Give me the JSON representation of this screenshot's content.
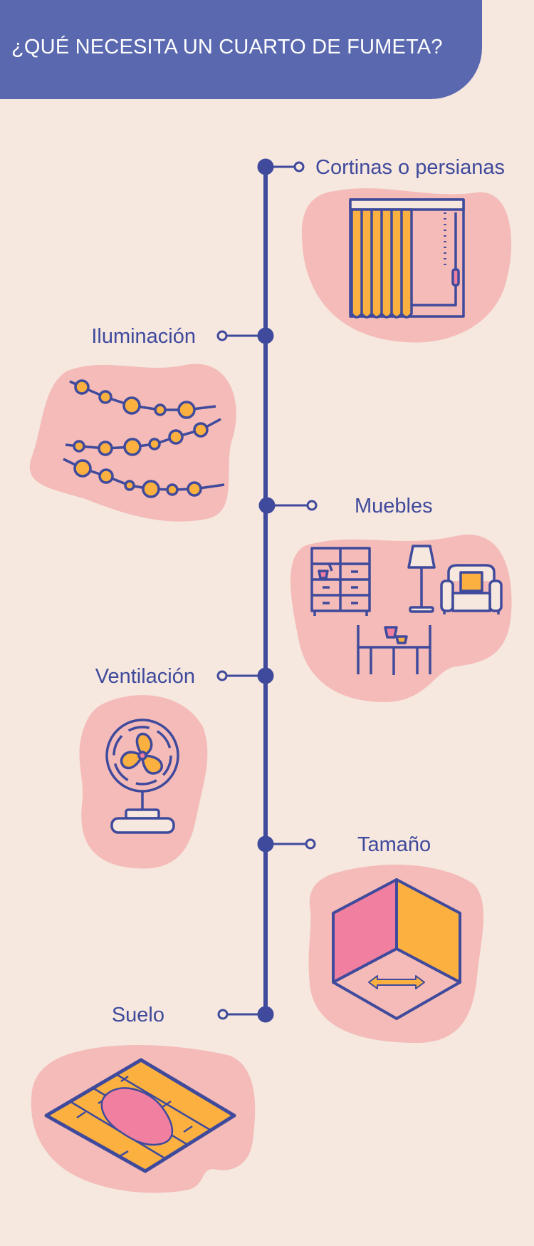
{
  "header": {
    "title": "¿QUÉ NECESITA UN CUARTO DE FUMETA?"
  },
  "items": [
    {
      "label": "Cortinas o persianas",
      "icon": "curtain-icon"
    },
    {
      "label": "Iluminación",
      "icon": "string-lights-icon"
    },
    {
      "label": "Muebles",
      "icon": "furniture-icon"
    },
    {
      "label": "Ventilación",
      "icon": "fan-icon"
    },
    {
      "label": "Tamaño",
      "icon": "room-size-icon"
    },
    {
      "label": "Suelo",
      "icon": "floor-icon"
    }
  ],
  "colors": {
    "background": "#f6e7df",
    "header": "#5a68b0",
    "navy": "#3f4a9c",
    "blob": "#f4bbb8",
    "orange": "#fbb040",
    "pink": "#f07fa0"
  }
}
